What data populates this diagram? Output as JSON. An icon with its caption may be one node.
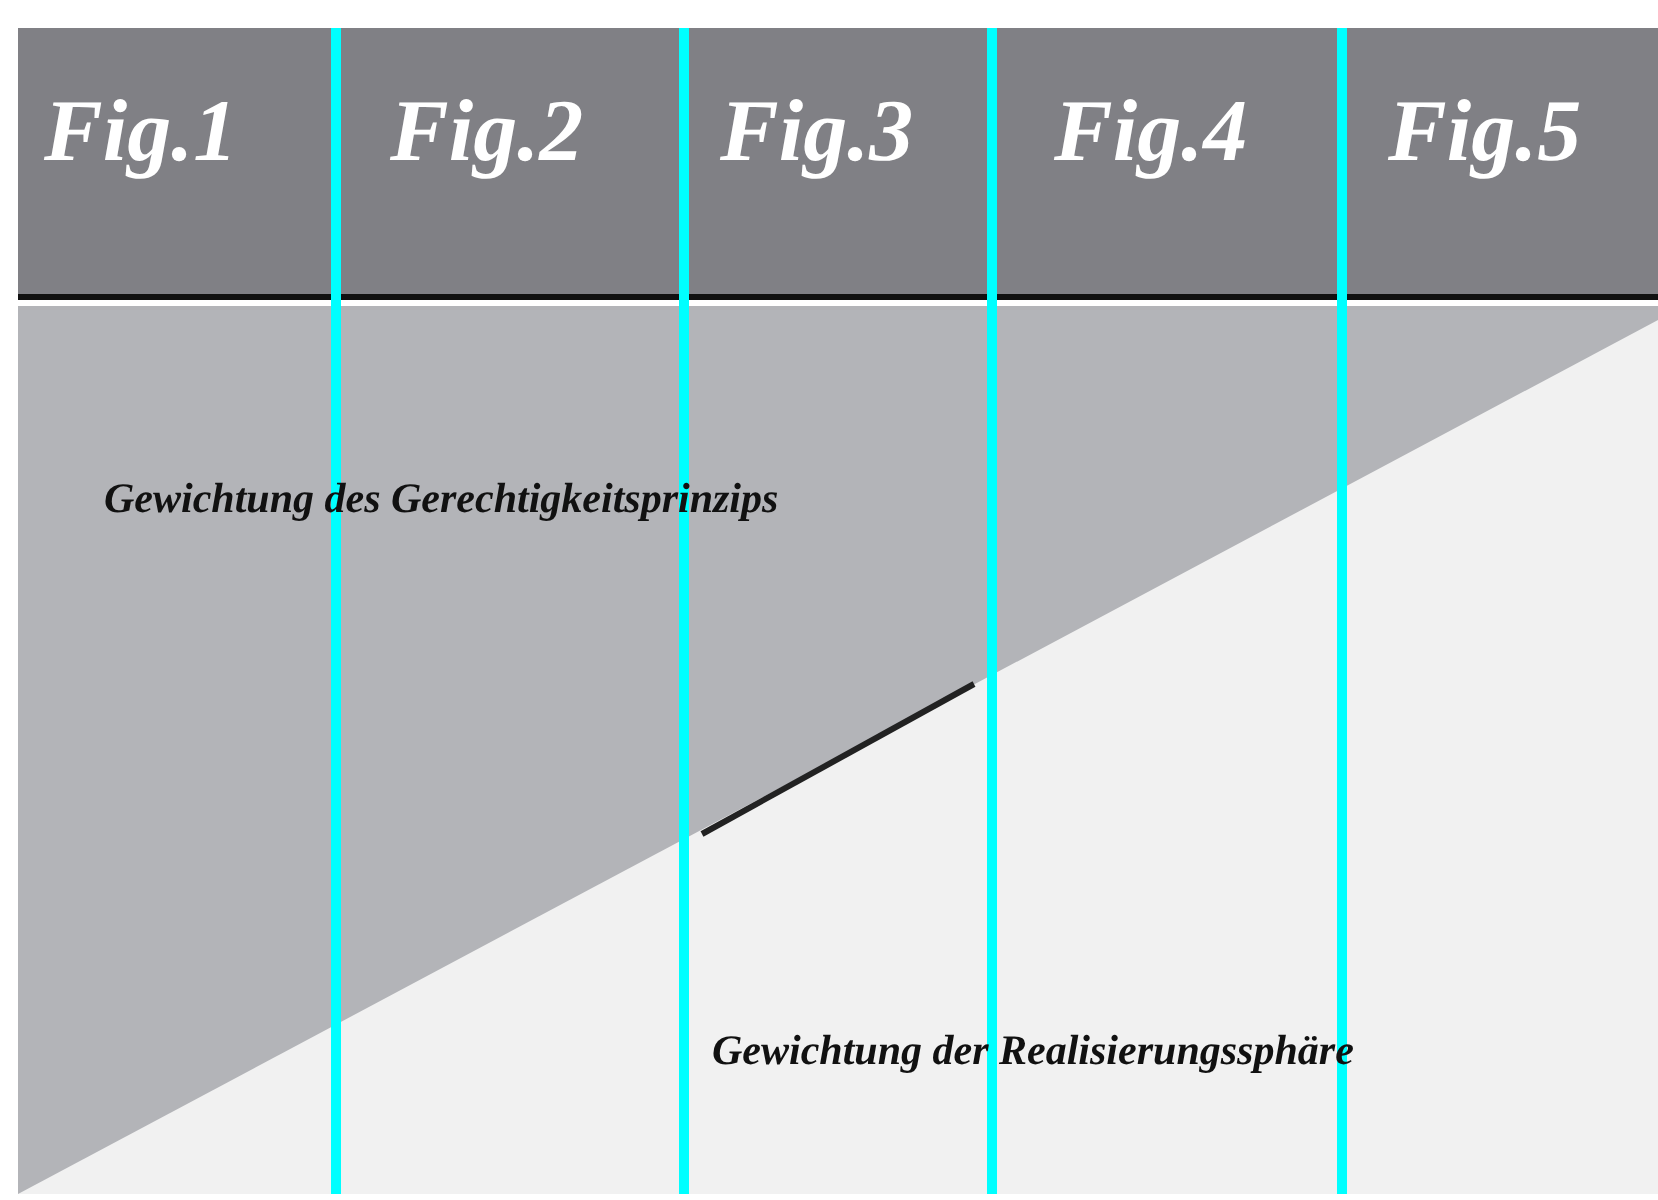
{
  "diagram": {
    "labels": [
      "Fig.1",
      "Fig.2",
      "Fig.3",
      "Fig.4",
      "Fig.5",
      "Gewichtung des Gerechtigkeitsprinzips",
      "Gewichtung der Realisierungssphäre"
    ]
  }
}
